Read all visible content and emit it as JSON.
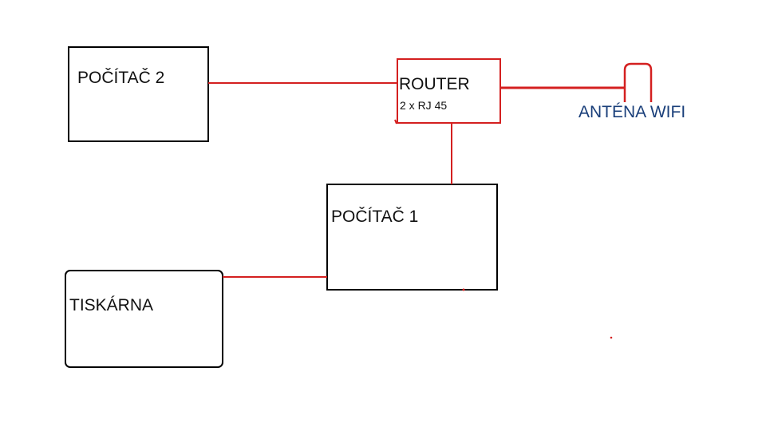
{
  "diagram": {
    "nodes": {
      "pocitac2": {
        "label": "POČÍTAČ 2"
      },
      "router": {
        "label": "ROUTER",
        "sublabel": "2 x RJ 45"
      },
      "antena": {
        "label": "ANTÉNA WIFI"
      },
      "pocitac1": {
        "label": "POČÍTAČ 1"
      },
      "tiskarna": {
        "label": "TISKÁRNA"
      }
    },
    "connections": [
      {
        "from": "POČÍTAČ 2",
        "to": "ROUTER"
      },
      {
        "from": "ROUTER",
        "to": "ANTÉNA WIFI"
      },
      {
        "from": "ROUTER",
        "to": "POČÍTAČ 1"
      },
      {
        "from": "TISKÁRNA",
        "to": "POČÍTAČ 1"
      }
    ]
  },
  "colors": {
    "box_stroke": "#000000",
    "router_stroke": "#d42020",
    "wire": "#d42020",
    "antenna_label": "#1a3f7a",
    "label_text": "#111111"
  }
}
